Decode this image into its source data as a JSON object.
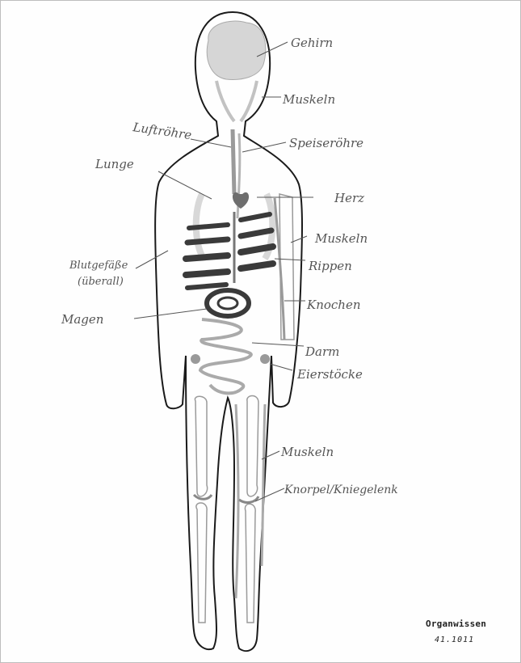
{
  "labels": {
    "gehirn": "Gehirn",
    "muskeln_kopf": "Muskeln",
    "luftroehre": "Luftröhre",
    "speiseroehre": "Speiseröhre",
    "lunge": "Lunge",
    "herz": "Herz",
    "muskeln_arm": "Muskeln",
    "blutgefaesse": "Blutgefäße",
    "blutgefaesse_sub": "(überall)",
    "rippen": "Rippen",
    "knochen": "Knochen",
    "magen": "Magen",
    "darm": "Darm",
    "eierstoecke": "Eierstöcke",
    "muskeln_bein": "Muskeln",
    "knorpel": "Knorpel/Kniegelenk"
  },
  "caption": {
    "title": "Organwissen",
    "id": "41.1011"
  },
  "colors": {
    "outline": "#1a1a1a",
    "pencil": "#8a8a8a",
    "organ_dark": "#3a3a3a",
    "label": "#555555"
  }
}
